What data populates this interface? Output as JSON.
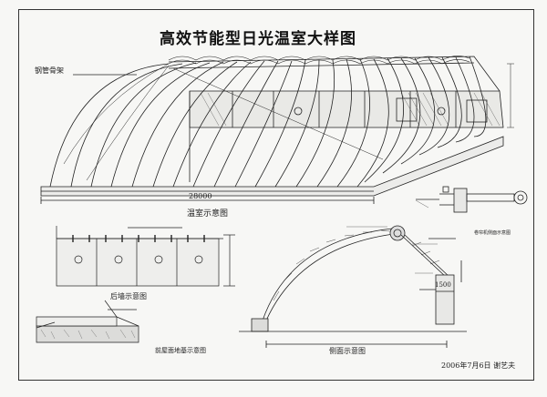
{
  "title": "高效节能型日光温室大样图",
  "labels": {
    "steel_frame": "钢管骨架",
    "span_dim": "28000",
    "greenhouse_caption": "温室示意图",
    "back_wall_caption": "后墙示意图",
    "ground_caption": "前屋面地基示意图",
    "side_caption": "侧面示意图",
    "roller_caption": "卷帘机侧面示意图",
    "height_1500": "1500",
    "date_signature": "2006年7月6日  谢艺夫"
  },
  "colors": {
    "ink": "#222222",
    "paper": "#f7f7f5",
    "hatch": "#555555"
  }
}
